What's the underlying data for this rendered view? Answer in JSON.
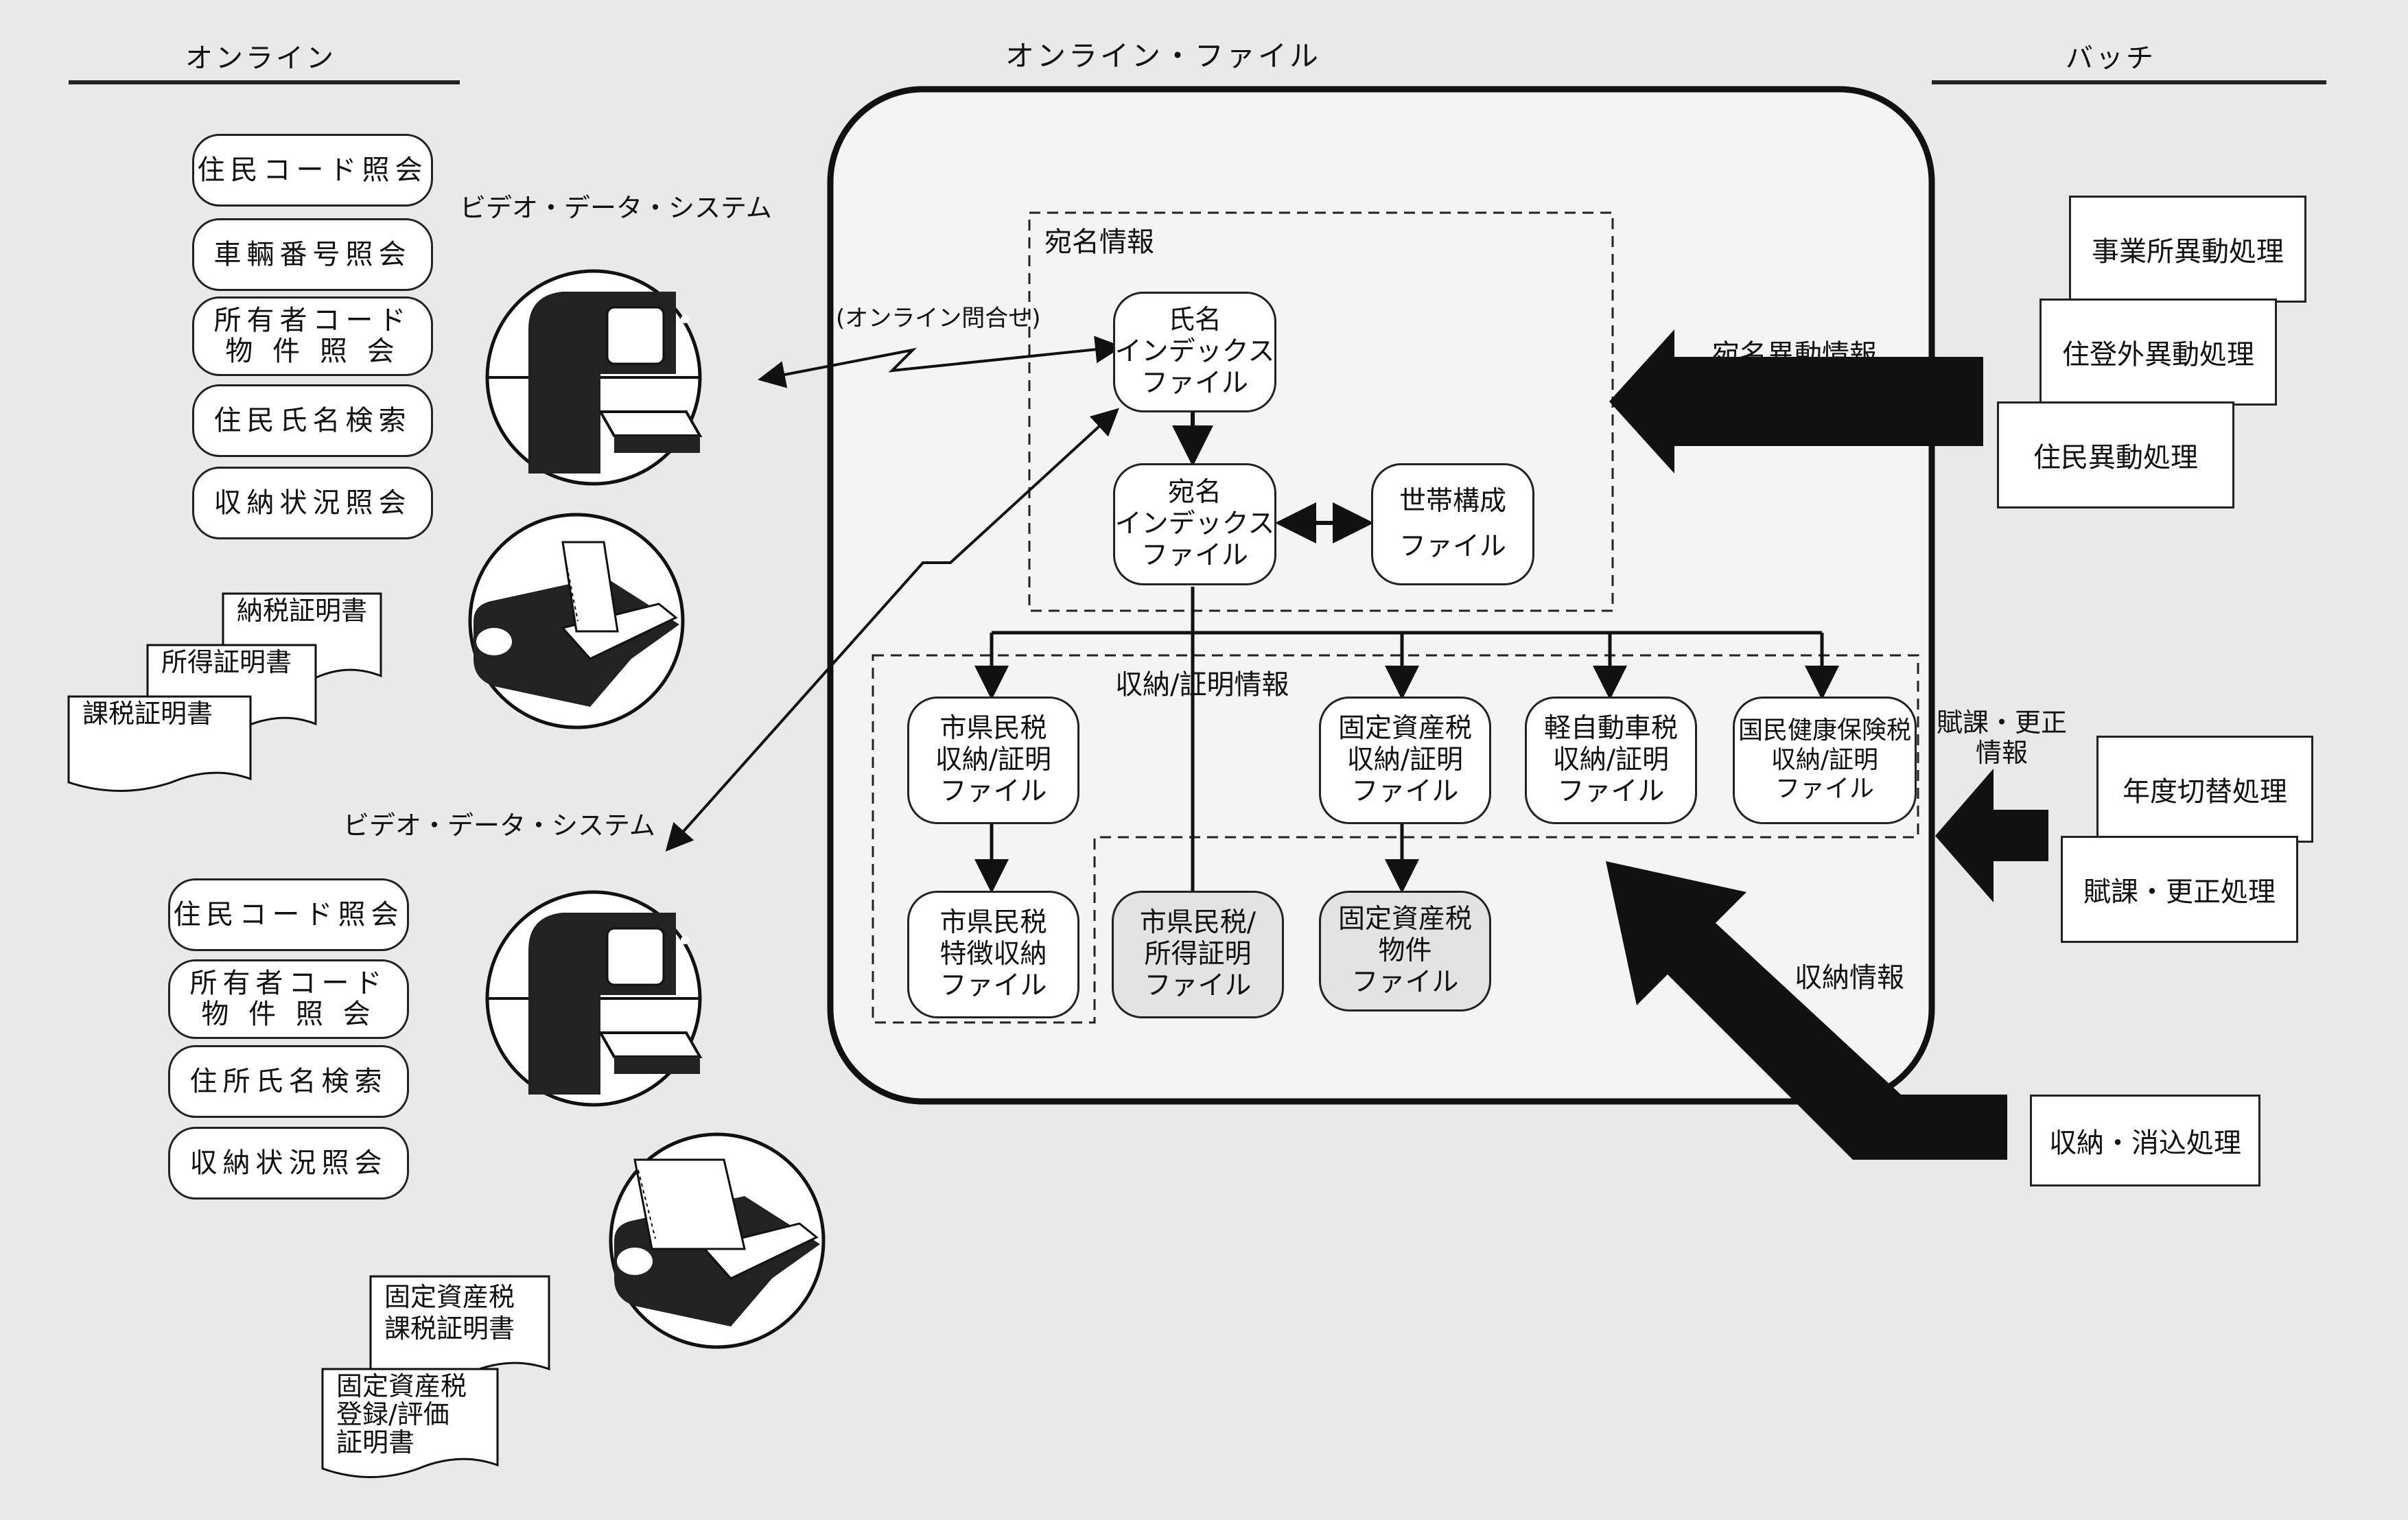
{
  "headers": {
    "online": "オンライン",
    "online_file": "オンライン・ファイル",
    "batch": "バッチ"
  },
  "online_top": {
    "queries": [
      "住民コード照会",
      "車輛番号照会",
      "所有者コード\n物 件 照 会",
      "住民氏名検索",
      "収納状況照会"
    ],
    "system_label": "ビデオ・データ・システム",
    "certificates": [
      "納税証明書",
      "所得証明書",
      "課税証明書"
    ]
  },
  "online_bottom": {
    "system_label": "ビデオ・データ・システム",
    "queries": [
      "住民コード照会",
      "所有者コード\n物 件 照 会",
      "住所氏名検索",
      "収納状況照会"
    ],
    "certificates": [
      "固定資産税\n課税証明書",
      "固定資産税\n登録/評価\n証明書"
    ]
  },
  "inquiry_label": "(オンライン問合せ)",
  "address_group": {
    "title": "宛名情報",
    "files": [
      "氏名\nインデックス\nファイル",
      "宛名\nインデックス\nファイル",
      "世帯構成\nファイル"
    ]
  },
  "receipt_group": {
    "title": "収納/証明情報",
    "files": [
      "市県民税\n収納/証明\nファイル",
      "固定資産税\n収納/証明\nファイル",
      "軽自動車税\n収納/証明\nファイル",
      "国民健康保険税\n収納/証明\nファイル",
      "市県民税\n特徴収納\nファイル"
    ],
    "shaded_files": [
      "市県民税/\n所得証明\nファイル",
      "固定資産税\n物件\nファイル"
    ]
  },
  "batch": {
    "address_change_label": "宛名異動情報",
    "address_processes": [
      "事業所異動処理",
      "住登外異動処理",
      "住民異動処理"
    ],
    "levy_label": "賦課・更正\n情報",
    "levy_processes": [
      "年度切替処理",
      "賦課・更正処理"
    ],
    "receipt_label": "収納情報",
    "receipt_process": "収納・消込処理"
  }
}
